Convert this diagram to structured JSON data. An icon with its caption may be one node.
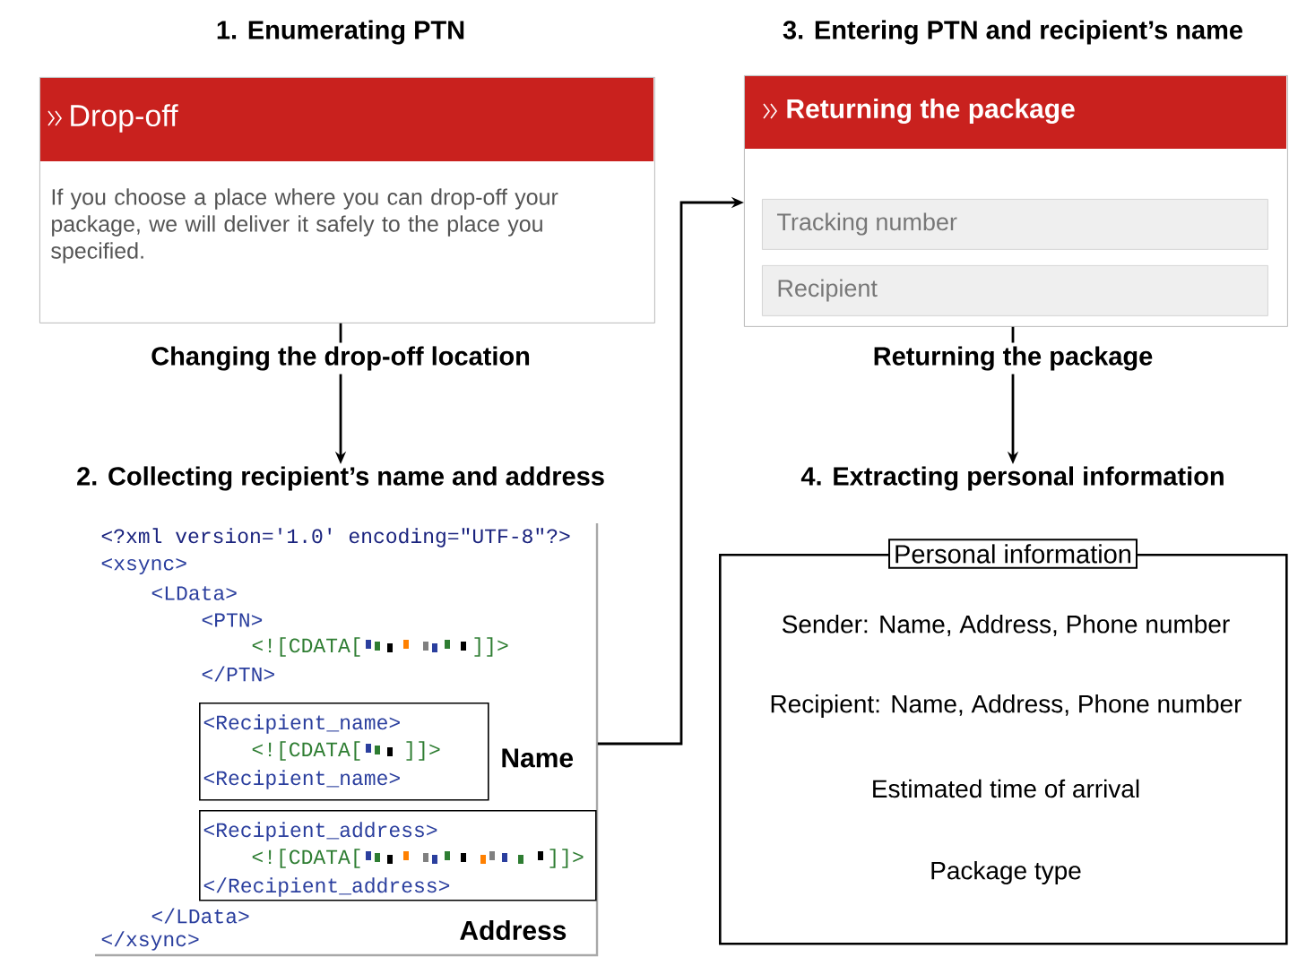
{
  "diagram": {
    "nodes": [
      {
        "text": [
          "1. Enumerating PTN",
          "Drop-off",
          "If you choose a place where you can drop-off your package, we will deliver it safely to the place you specified."
        ]
      },
      {
        "text": [
          "2. Collecting recipient’s name and address",
          "<?xml version='1.0' encoding=\"UTF-8\"?>",
          "<xsync>",
          "<LData>",
          "<PTN>",
          "<![CDATA[",
          "]]>",
          "</PTN>",
          "</LData>",
          "</xsync>"
        ]
      },
      {
        "text": [
          "<Recipient_name>",
          "<![CDATA[",
          "]]>",
          "<Recipient_name>"
        ],
        "beside": [
          "Name"
        ],
        "in": 1
      },
      {
        "text": [
          "<Recipient_address>",
          "<![CDATA[",
          "]]>",
          "</Recipient_address>"
        ],
        "beside": [
          "Address"
        ],
        "in": 1
      },
      {
        "text": [
          "3. Entering PTN and recipient’s name",
          "Returning the package"
        ]
      },
      {
        "text": [
          "Tracking number"
        ],
        "in": 4
      },
      {
        "text": [
          "Recipient"
        ],
        "in": 4
      },
      {
        "text": [
          "4. Extracting personal information",
          "Personal information",
          "Sender: Name, Address, Phone number",
          "Recipient: Name, Address, Phone number",
          "Estimated time of arrival",
          "Package type"
        ]
      }
    ],
    "edges": [
      {
        "from": 0,
        "to": 1,
        "arrow": "to",
        "label": "Changing the drop-off location"
      },
      {
        "from": 1,
        "to": 4,
        "arrow": "to"
      },
      {
        "from": 4,
        "to": 7,
        "arrow": "to",
        "label": "Returning the package"
      }
    ]
  }
}
